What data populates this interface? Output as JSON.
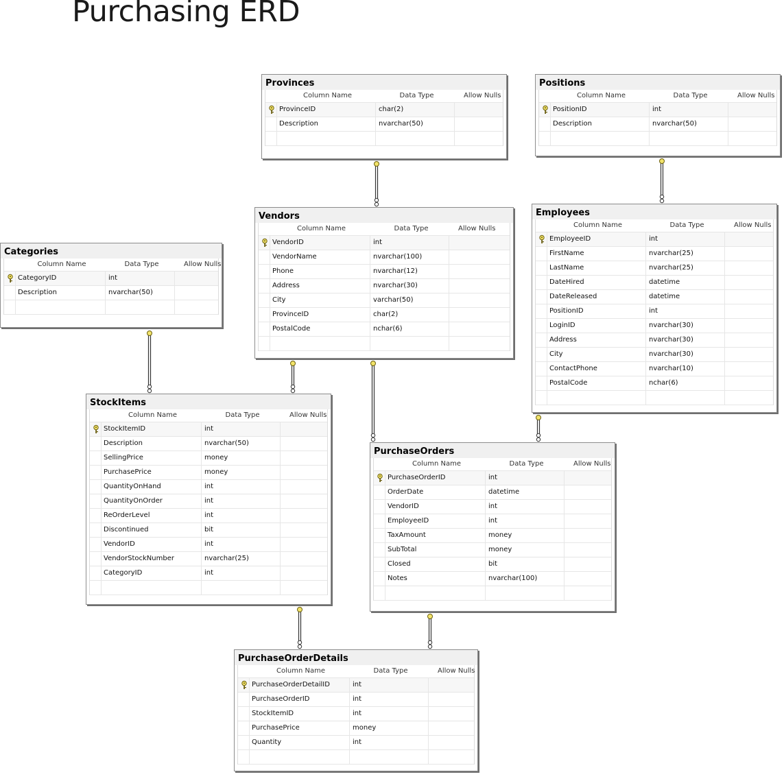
{
  "title": "Purchasing ERD",
  "colors": {
    "key_icon": "#f2e36a",
    "connector": "#333333",
    "border": "#8c8c8c"
  },
  "headers": {
    "column_name": "Column Name",
    "data_type": "Data Type",
    "allow_nulls": "Allow Nulls"
  },
  "tables": {
    "provinces": {
      "name": "Provinces",
      "columns": [
        {
          "name": "ProvinceID",
          "type": "char(2)",
          "key": true
        },
        {
          "name": "Description",
          "type": "nvarchar(50)",
          "key": false
        }
      ]
    },
    "positions": {
      "name": "Positions",
      "columns": [
        {
          "name": "PositionID",
          "type": "int",
          "key": true
        },
        {
          "name": "Description",
          "type": "nvarchar(50)",
          "key": false
        }
      ]
    },
    "categories": {
      "name": "Categories",
      "columns": [
        {
          "name": "CategoryID",
          "type": "int",
          "key": true
        },
        {
          "name": "Description",
          "type": "nvarchar(50)",
          "key": false
        }
      ]
    },
    "vendors": {
      "name": "Vendors",
      "columns": [
        {
          "name": "VendorID",
          "type": "int",
          "key": true
        },
        {
          "name": "VendorName",
          "type": "nvarchar(100)",
          "key": false
        },
        {
          "name": "Phone",
          "type": "nvarchar(12)",
          "key": false
        },
        {
          "name": "Address",
          "type": "nvarchar(30)",
          "key": false
        },
        {
          "name": "City",
          "type": "varchar(50)",
          "key": false
        },
        {
          "name": "ProvinceID",
          "type": "char(2)",
          "key": false
        },
        {
          "name": "PostalCode",
          "type": "nchar(6)",
          "key": false
        }
      ]
    },
    "employees": {
      "name": "Employees",
      "columns": [
        {
          "name": "EmployeeID",
          "type": "int",
          "key": true
        },
        {
          "name": "FirstName",
          "type": "nvarchar(25)",
          "key": false
        },
        {
          "name": "LastName",
          "type": "nvarchar(25)",
          "key": false
        },
        {
          "name": "DateHired",
          "type": "datetime",
          "key": false
        },
        {
          "name": "DateReleased",
          "type": "datetime",
          "key": false
        },
        {
          "name": "PositionID",
          "type": "int",
          "key": false
        },
        {
          "name": "LoginID",
          "type": "nvarchar(30)",
          "key": false
        },
        {
          "name": "Address",
          "type": "nvarchar(30)",
          "key": false
        },
        {
          "name": "City",
          "type": "nvarchar(30)",
          "key": false
        },
        {
          "name": "ContactPhone",
          "type": "nvarchar(10)",
          "key": false
        },
        {
          "name": "PostalCode",
          "type": "nchar(6)",
          "key": false
        }
      ]
    },
    "stockitems": {
      "name": "StockItems",
      "columns": [
        {
          "name": "StockItemID",
          "type": "int",
          "key": true
        },
        {
          "name": "Description",
          "type": "nvarchar(50)",
          "key": false
        },
        {
          "name": "SellingPrice",
          "type": "money",
          "key": false
        },
        {
          "name": "PurchasePrice",
          "type": "money",
          "key": false
        },
        {
          "name": "QuantityOnHand",
          "type": "int",
          "key": false
        },
        {
          "name": "QuantityOnOrder",
          "type": "int",
          "key": false
        },
        {
          "name": "ReOrderLevel",
          "type": "int",
          "key": false
        },
        {
          "name": "Discontinued",
          "type": "bit",
          "key": false
        },
        {
          "name": "VendorID",
          "type": "int",
          "key": false
        },
        {
          "name": "VendorStockNumber",
          "type": "nvarchar(25)",
          "key": false
        },
        {
          "name": "CategoryID",
          "type": "int",
          "key": false
        }
      ]
    },
    "purchaseorders": {
      "name": "PurchaseOrders",
      "columns": [
        {
          "name": "PurchaseOrderID",
          "type": "int",
          "key": true
        },
        {
          "name": "OrderDate",
          "type": "datetime",
          "key": false
        },
        {
          "name": "VendorID",
          "type": "int",
          "key": false
        },
        {
          "name": "EmployeeID",
          "type": "int",
          "key": false
        },
        {
          "name": "TaxAmount",
          "type": "money",
          "key": false
        },
        {
          "name": "SubTotal",
          "type": "money",
          "key": false
        },
        {
          "name": "Closed",
          "type": "bit",
          "key": false
        },
        {
          "name": "Notes",
          "type": "nvarchar(100)",
          "key": false
        }
      ]
    },
    "purchaseorderdetails": {
      "name": "PurchaseOrderDetails",
      "columns": [
        {
          "name": "PurchaseOrderDetailID",
          "type": "int",
          "key": true
        },
        {
          "name": "PurchaseOrderID",
          "type": "int",
          "key": false
        },
        {
          "name": "StockItemID",
          "type": "int",
          "key": false
        },
        {
          "name": "PurchasePrice",
          "type": "money",
          "key": false
        },
        {
          "name": "Quantity",
          "type": "int",
          "key": false
        }
      ]
    }
  }
}
